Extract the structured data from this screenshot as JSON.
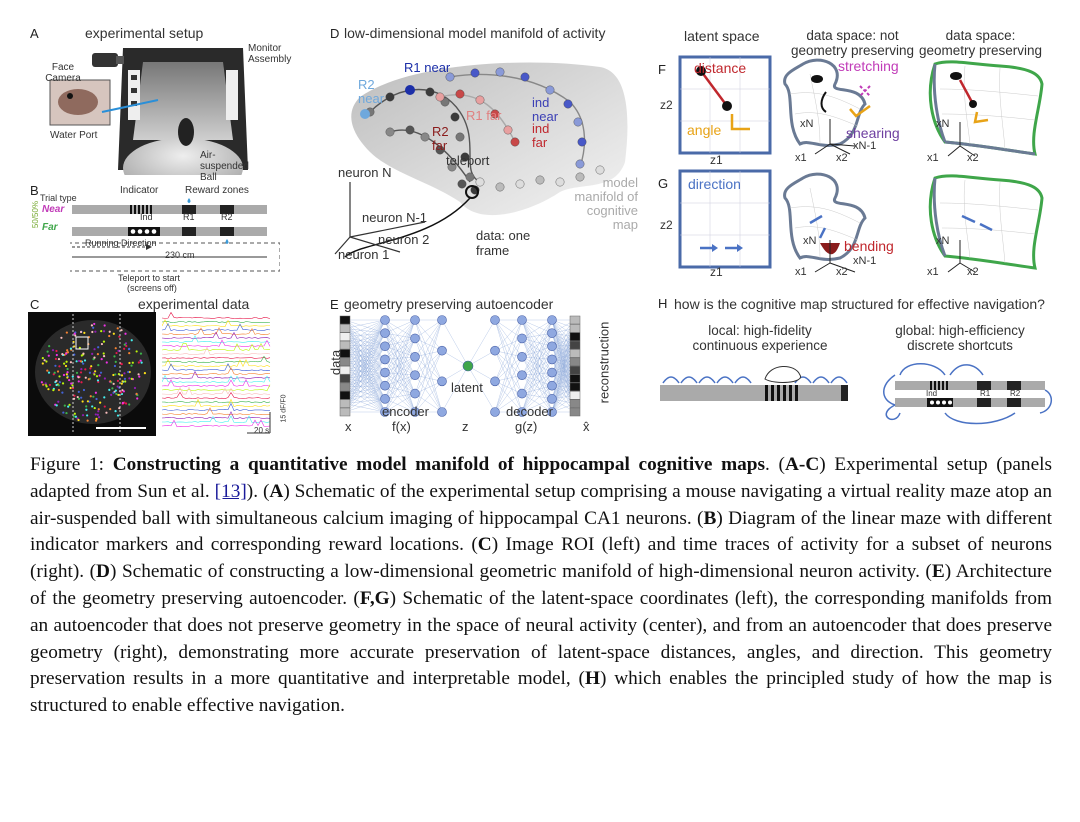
{
  "panels": {
    "A": {
      "letter": "A",
      "title": "experimental setup",
      "face_camera": "Face Camera",
      "monitor": "Monitor Assembly",
      "water_port": "Water Port",
      "ball": "Air-suspended Ball"
    },
    "B": {
      "letter": "B",
      "trial_type": "Trial type",
      "near": "Near",
      "far": "Far",
      "pct": "50/50%",
      "indicator": "Indicator",
      "reward_zones": "Reward zones",
      "ind": "Ind",
      "r1": "R1",
      "r2": "R2",
      "running_direction": "Running Direction",
      "length": "230 cm",
      "teleport": "Teleport to start",
      "screens_off": "(screens off)"
    },
    "C": {
      "letter": "C",
      "title": "experimental data",
      "scale_time": "20 s",
      "scale_df": "15 dF/F0"
    },
    "D": {
      "letter": "D",
      "title": "low-dimensional model manifold of activity",
      "r1_near": "R1 near",
      "r2_near": "R2 near",
      "r1_far": "R1 far",
      "r2_far": "R2 far",
      "ind_near": "ind near",
      "ind_far": "ind far",
      "teleport": "teleport",
      "model_manifold": "model manifold of cognitive map",
      "neuron_n": "neuron N",
      "neuron_n1": "neuron N-1",
      "neuron_2": "neuron 2",
      "neuron_1": "neuron 1",
      "data_frame": "data: one frame"
    },
    "E": {
      "letter": "E",
      "title": "geometry preserving autoencoder",
      "data": "data",
      "reconstruction": "reconstruction",
      "latent": "latent",
      "encoder": "encoder",
      "fx": "f(x)",
      "decoder": "decoder",
      "gz": "g(z)",
      "x": "x",
      "z": "z",
      "xhat": "x̂"
    },
    "F": {
      "letter": "F",
      "latent_space": "latent space",
      "data_space_np": "data space: not geometry preserving",
      "data_space_gp": "data space: geometry preserving",
      "distance": "distance",
      "angle": "angle",
      "stretching": "stretching",
      "shearing": "shearing",
      "z1": "z1",
      "z2": "z2",
      "xN": "xN",
      "xN1": "xN-1",
      "x1": "x1",
      "x2": "x2"
    },
    "G": {
      "letter": "G",
      "direction": "direction",
      "bending": "bending",
      "z1": "z1",
      "z2": "z2",
      "xN": "xN",
      "xN1": "xN-1",
      "x1": "x1",
      "x2": "x2"
    },
    "H": {
      "letter": "H",
      "title": "how is the cognitive map structured for effective navigation?",
      "local": "local: high-fidelity continuous experience",
      "global": "global: high-efficiency discrete shortcuts",
      "ind": "Ind",
      "r1": "R1",
      "r2": "R2"
    }
  },
  "caption": {
    "fig_label": "Figure 1:",
    "bold_title": "Constructing a quantitative model manifold of hippocampal cognitive maps",
    "s0": ". (",
    "b_ac": "A-C",
    "s1": ") Experimental setup (panels adapted from Sun et al. ",
    "ref": "[13]",
    "s2": "). (",
    "b_a": "A",
    "s3": ") Schematic of the experimental setup comprising a mouse navigating a virtual reality maze atop an air-suspended ball with simultaneous calcium imaging of hippocampal CA1 neurons. (",
    "b_b": "B",
    "s4": ") Diagram of the linear maze with different indicator markers and corresponding reward locations. (",
    "b_c": "C",
    "s5": ") Image ROI (left) and time traces of activity for a subset of neurons (right). (",
    "b_d": "D",
    "s6": ") Schematic of constructing a low-dimensional geometric manifold of high-dimensional neuron activity. (",
    "b_e": "E",
    "s7": ") Architecture of the geometry preserving autoencoder. (",
    "b_fg": "F,G",
    "s8": ") Schematic of the latent-space coordinates (left), the corresponding manifolds from an autoencoder that does not preserve geometry in the space of neural activity (center), and from an autoencoder that does preserve geometry (right), demonstrating more accurate preservation of latent-space distances, angles, and direction. This geometry preservation results in a more quantitative and interpretable model, (",
    "b_h": "H",
    "s9": ") which enables the principled study of how the map is structured to enable effective navigation."
  },
  "colors": {
    "blue": "#4a72c4",
    "green": "#3fa64a",
    "red": "#c0272d",
    "magenta": "#c13bb8",
    "purple": "#6e3fa0",
    "orange": "#e8a317"
  }
}
